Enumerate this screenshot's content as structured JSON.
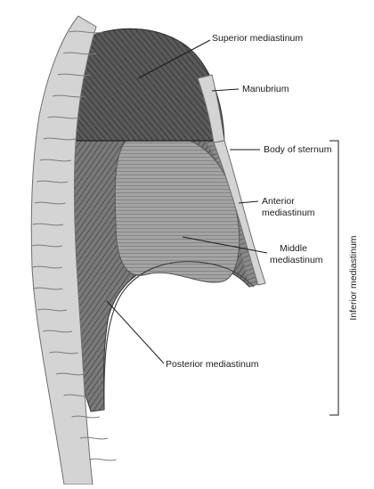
{
  "diagram": {
    "labels": {
      "superior_mediastinum": "Superior mediastinum",
      "manubrium": "Manubrium",
      "body_of_sternum": "Body of sternum",
      "anterior_mediastinum_line1": "Anterior",
      "anterior_mediastinum_line2": "mediastinum",
      "middle_mediastinum_line1": "Middle",
      "middle_mediastinum_line2": "mediastinum",
      "posterior_mediastinum": "Posterior mediastinum",
      "inferior_mediastinum": "Inferior mediastinum"
    },
    "colors": {
      "bone_fill": "#d4d4d4",
      "bone_stroke": "#6f6f6f",
      "superior_region": "#4f4f4f",
      "posterior_region": "#6a6a6a",
      "middle_region": "#8e8e8e",
      "anterior_region": "#7a7a7a",
      "leader_line": "#1a1a1a"
    }
  }
}
